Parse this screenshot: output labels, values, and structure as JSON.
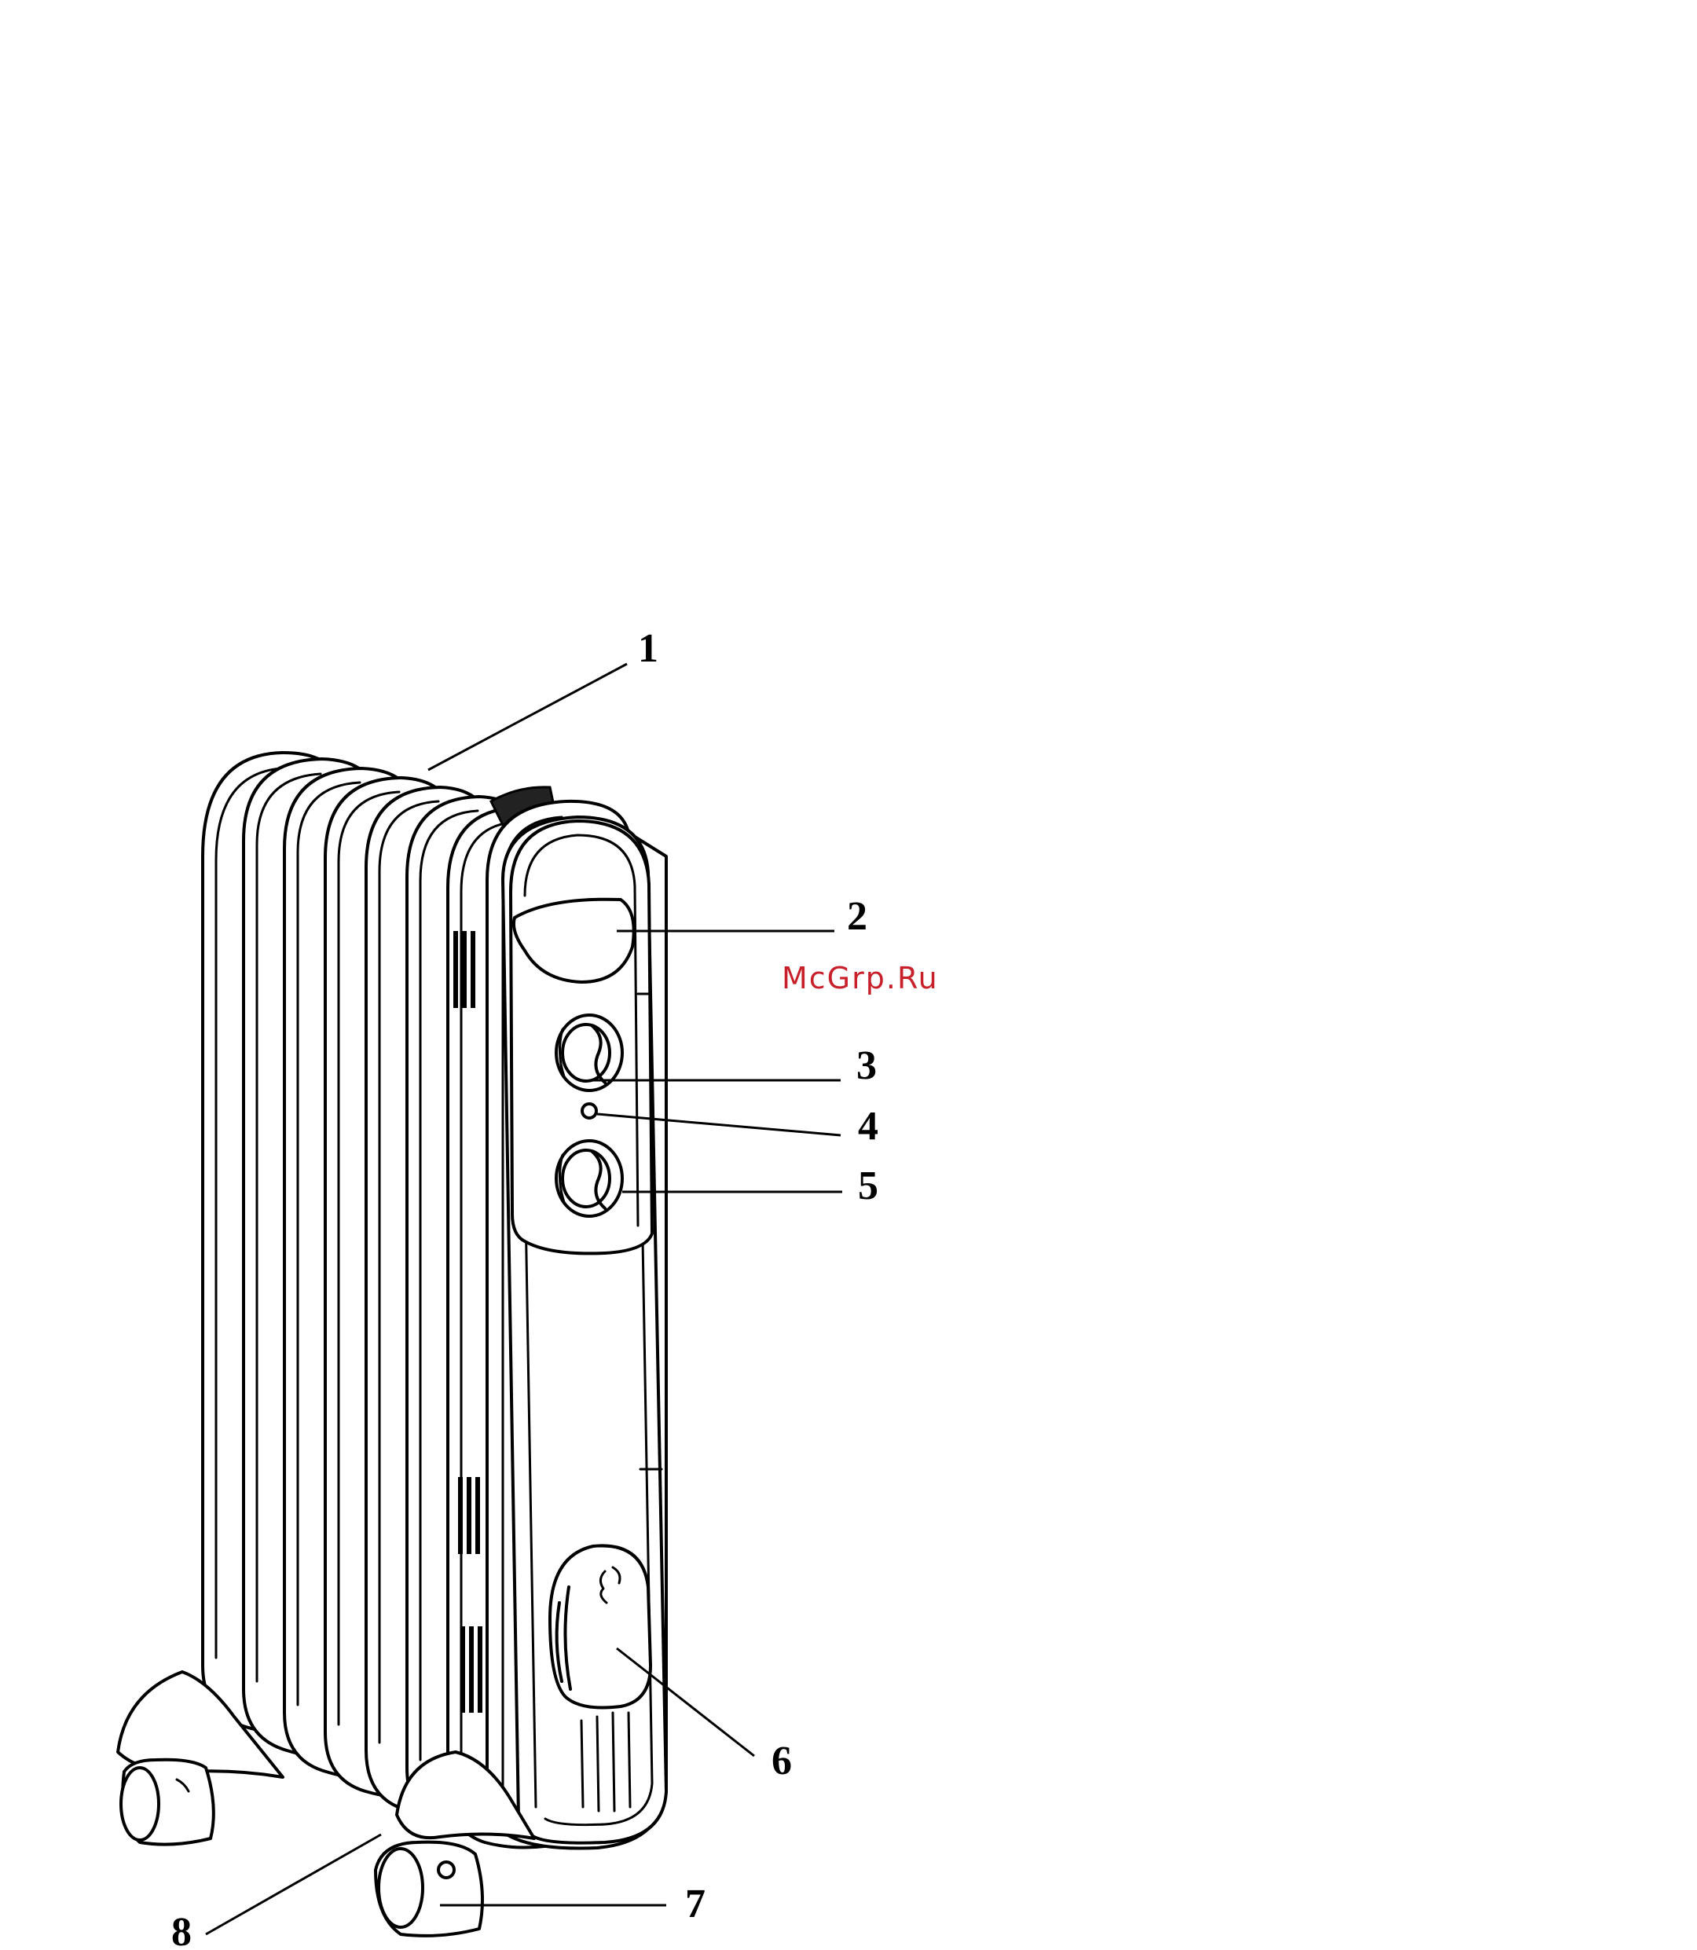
{
  "callouts": [
    {
      "number": "1"
    },
    {
      "number": "2"
    },
    {
      "number": "3"
    },
    {
      "number": "4"
    },
    {
      "number": "5"
    },
    {
      "number": "6"
    },
    {
      "number": "7"
    },
    {
      "number": "8"
    }
  ],
  "watermark": {
    "text": "McGrp.Ru",
    "color": "#c8202a"
  }
}
